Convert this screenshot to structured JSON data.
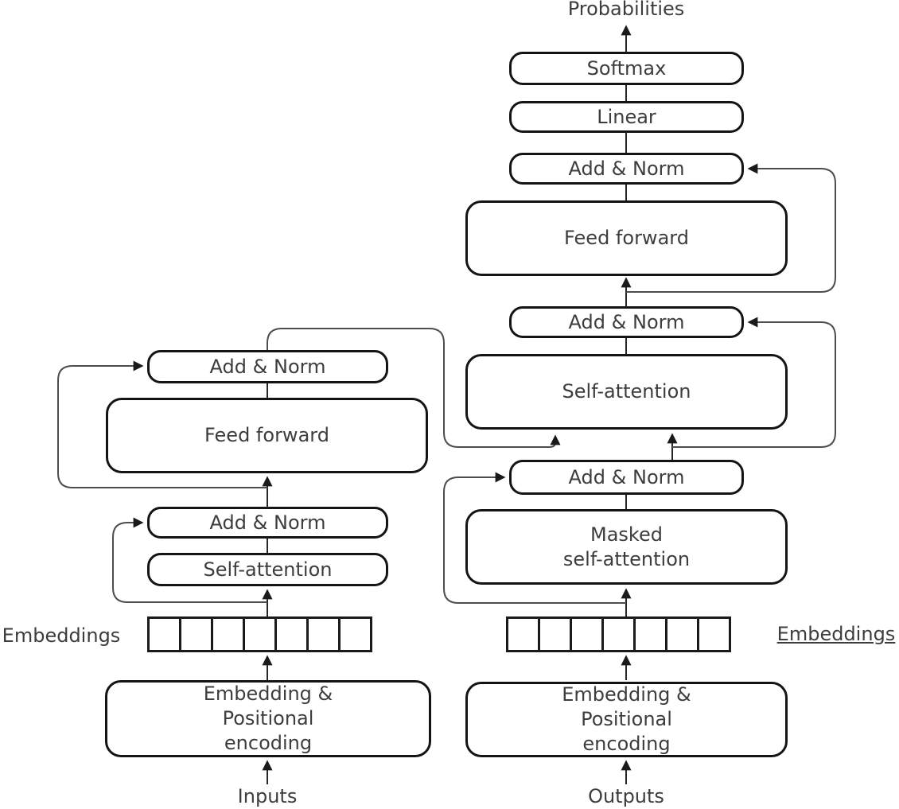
{
  "diagram": {
    "output_label": "Probabilities",
    "encoder": {
      "add_norm_top": "Add & Norm",
      "feed_forward": "Feed forward",
      "add_norm_bottom": "Add & Norm",
      "self_attention": "Self-attention",
      "embeddings_label": "Embeddings",
      "embedding_cells": 7,
      "embedding_block": "Embedding &\nPositional\nencoding",
      "input_label": "Inputs"
    },
    "decoder": {
      "softmax": "Softmax",
      "linear": "Linear",
      "add_norm_1": "Add & Norm",
      "feed_forward": "Feed forward",
      "add_norm_2": "Add & Norm",
      "self_attention": "Self-attention",
      "add_norm_3": "Add & Norm",
      "masked_self_attention": "Masked\nself-attention",
      "embeddings_label": "Embeddings",
      "embedding_cells": 7,
      "embedding_block": "Embedding &\nPositional\nencoding",
      "output_label": "Outputs"
    },
    "colors": {
      "background": "#ffffff",
      "box_border": "#141414",
      "text": "#3d3d3d",
      "wire": "#4d4d4d"
    }
  }
}
